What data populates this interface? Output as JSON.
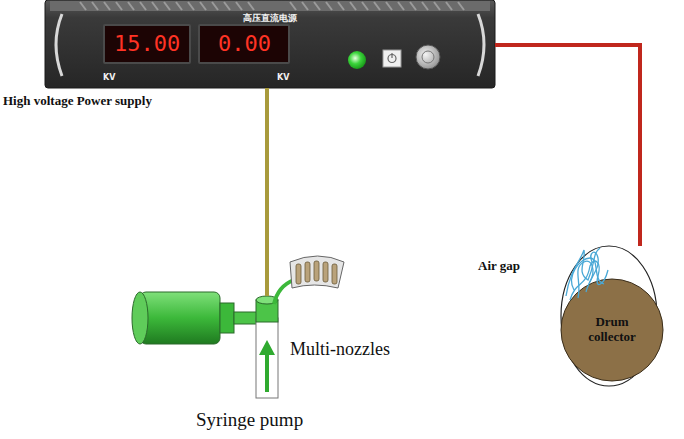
{
  "diagram": {
    "nodes": [
      {
        "text": [
          "高压直流电源",
          "KV",
          "KV"
        ]
      },
      {
        "text": [
          "15.00"
        ],
        "in": 0
      },
      {
        "text": [
          "0.00"
        ],
        "in": 0
      },
      {
        "text": [
          "Multi-nozzles"
        ]
      },
      {
        "text": [
          "Drum collector"
        ]
      }
    ],
    "edges": [
      {
        "from": 0,
        "to": 3,
        "arrow": "none"
      },
      {
        "from": 0,
        "to": 4,
        "arrow": "none"
      }
    ],
    "labels": [
      "High voltage Power supply",
      "Air gap",
      "Syringe pump"
    ]
  }
}
